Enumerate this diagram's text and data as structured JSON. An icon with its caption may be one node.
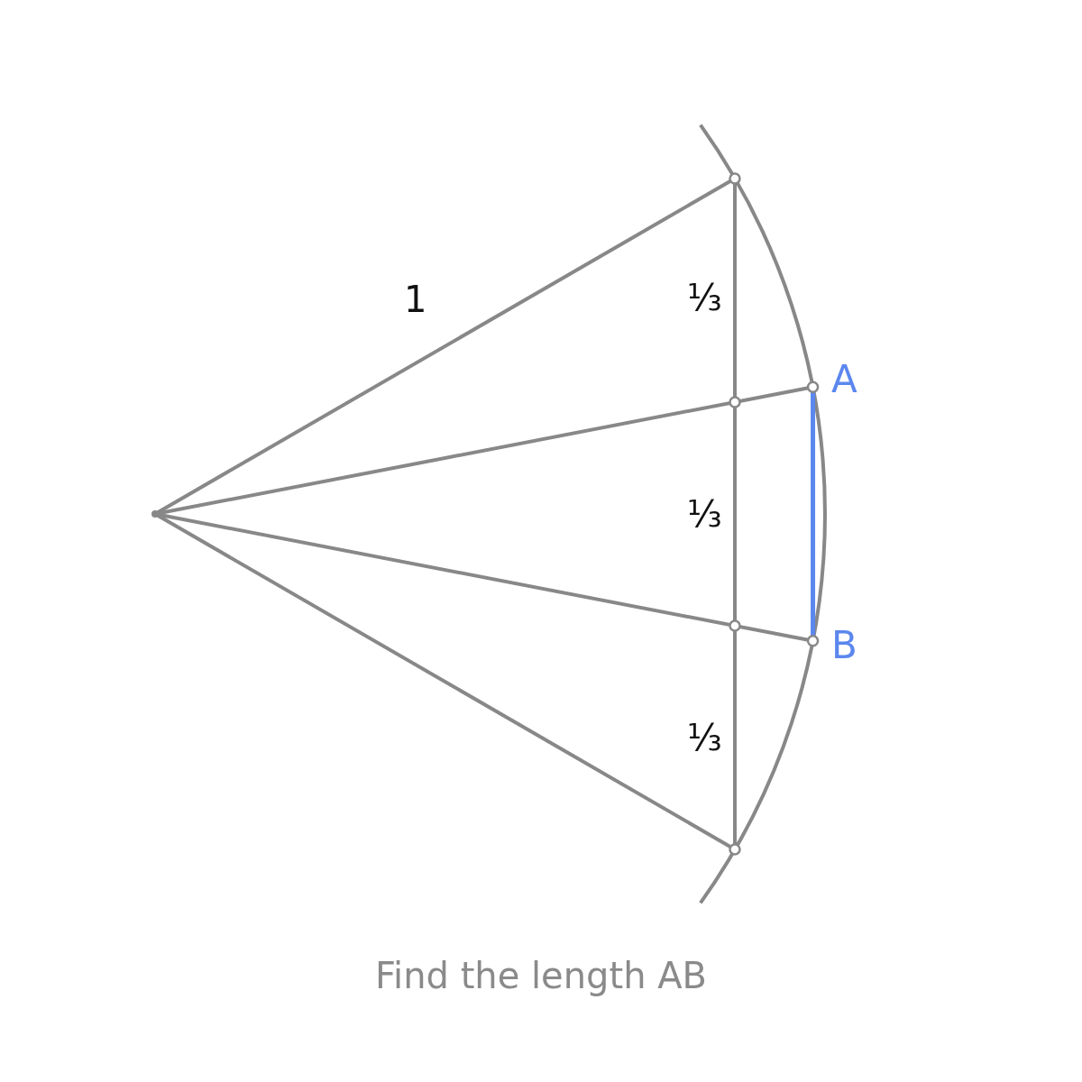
{
  "diagram": {
    "caption": "Find the length AB",
    "labels": [
      "1",
      "⅓",
      "A",
      "⅓",
      "B",
      "⅓"
    ]
  }
}
